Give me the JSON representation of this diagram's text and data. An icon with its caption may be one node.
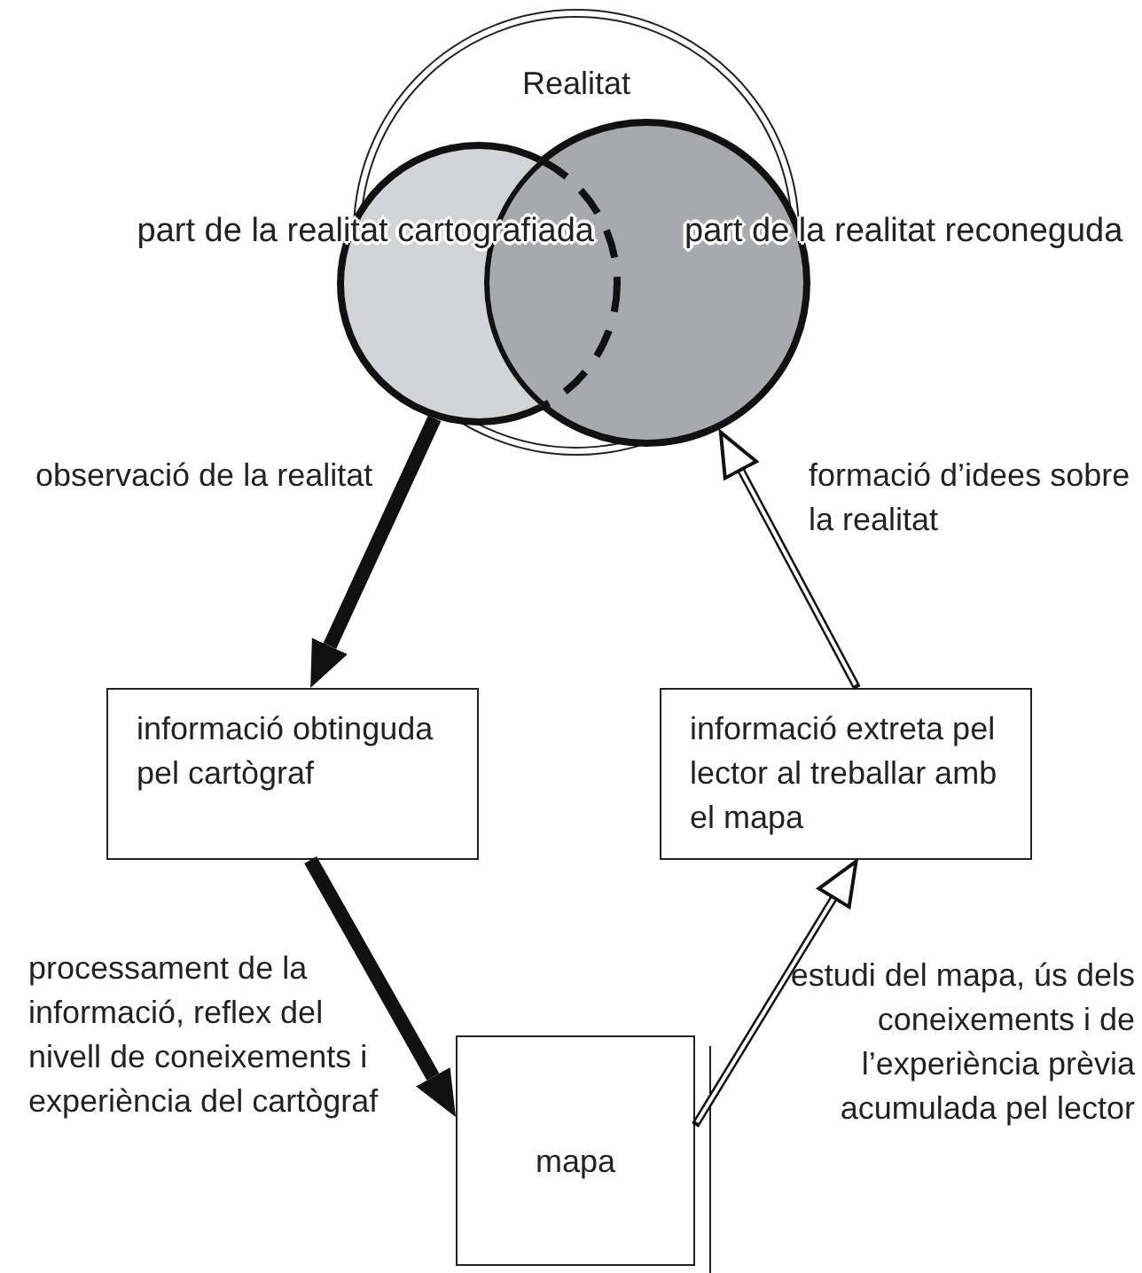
{
  "diagram": {
    "nodes": [
      {
        "text": [
          "Realitat"
        ]
      },
      {
        "text": [
          "part de la realitat cartografiada"
        ],
        "in": 0
      },
      {
        "text": [
          "part de la realitat reconeguda"
        ],
        "in": 0
      },
      {
        "text": [
          "informació obtinguda pel cartògraf"
        ]
      },
      {
        "text": [
          "informació extreta pel lector al treballar amb el mapa"
        ]
      },
      {
        "text": [
          "mapa"
        ]
      }
    ],
    "edges": [
      {
        "from": 1,
        "to": 3,
        "arrow": "to",
        "style": "thick",
        "label": "observació de la realitat"
      },
      {
        "from": 4,
        "to": 2,
        "arrow": "to",
        "color": "#ffffff",
        "label": "formació d’idees sobre la realitat"
      },
      {
        "from": 3,
        "to": 5,
        "arrow": "to",
        "style": "thick",
        "label": "processament de la informació, reflex del nivell de coneixements i experiència del cartògraf"
      },
      {
        "from": 5,
        "to": 4,
        "arrow": "to",
        "color": "#ffffff",
        "label": "estudi del mapa, ús dels coneixements i de l’experiència prèvia acumulada pel lector"
      }
    ]
  }
}
